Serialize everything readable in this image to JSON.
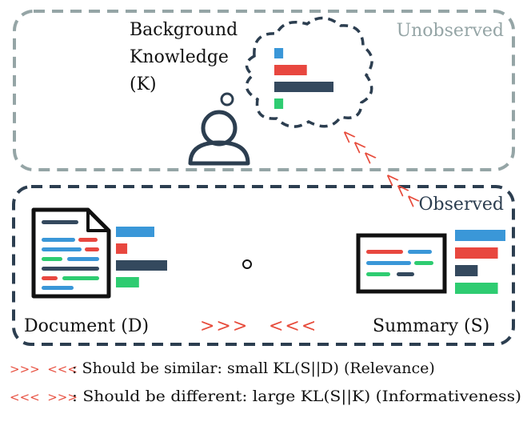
{
  "unobserved_label": "Unobserved",
  "observed_label": "Observed",
  "background_knowledge": {
    "line1": "Background",
    "line2": "Knowledge",
    "line3": "(K)"
  },
  "document_label": "Document (D)",
  "summary_label": "Summary (S)",
  "arrows_relevance": ">>>  <<<",
  "arrows_informativeness": "<<<  >>>",
  "center_arrows": {
    "left": ">>>",
    "right": "<<<"
  },
  "legend": [
    {
      "marker": ">>>  <<<",
      "text": ": Should be similar: small KL(S||D) (Relevance)"
    },
    {
      "marker": "<<<  >>>",
      "text": ": Should be different: large KL(S||K) (Informativeness)"
    }
  ],
  "colors": {
    "blue": "#3a97d8",
    "red": "#e8473f",
    "navy": "#34495e",
    "green": "#2ecc71",
    "gray_border": "#95a5a6",
    "accent_red": "#e74c3c"
  },
  "distributions": {
    "knowledge": [
      0.15,
      0.55,
      1.0,
      0.15
    ],
    "document": [
      0.75,
      0.22,
      1.0,
      0.45
    ],
    "summary": [
      1.0,
      0.85,
      0.45,
      0.85
    ]
  }
}
